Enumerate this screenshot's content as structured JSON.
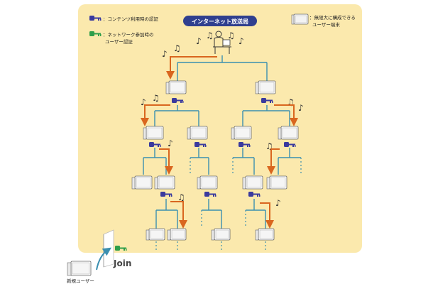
{
  "diagram": {
    "title": "インターネット放送局",
    "legend": {
      "content_key": "：コンテンツ利用時の認証",
      "network_key_line1": "：ネットワーク参加時の",
      "network_key_line2": "ユーザー認証",
      "terminal_line1": "：無限大に構成できる",
      "terminal_line2": "ユーザー端末"
    },
    "join_label": "Join",
    "new_user_label": "新規ユーザー"
  },
  "colors": {
    "panel": "#fbe9ad",
    "line": "#3b8fb0",
    "arrow": "#d9661f",
    "title_bg": "#2f3f8f",
    "key_blue": "#3a3a9e",
    "key_green": "#2f9e4a",
    "text": "#222222"
  },
  "icons": [
    "monitor-icon",
    "key-icon",
    "music-note-icon",
    "arrow-icon",
    "broadcaster-icon",
    "door-icon"
  ]
}
